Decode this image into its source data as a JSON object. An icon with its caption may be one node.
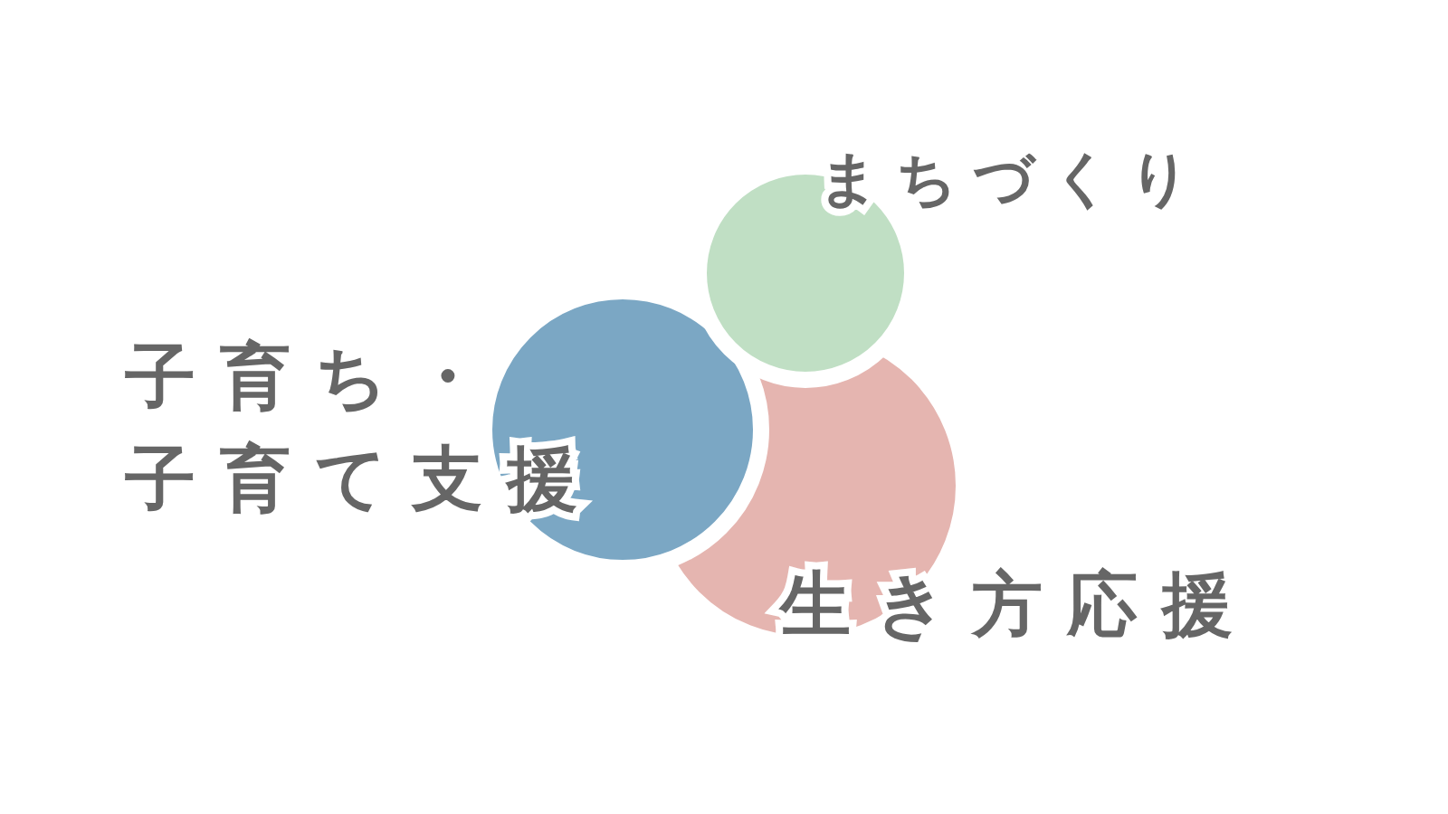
{
  "diagram": {
    "nodes": [
      {
        "text": [
          "まちづくり"
        ]
      },
      {
        "text": [
          "子育ち・子育て支援"
        ]
      },
      {
        "text": [
          "生き方応援"
        ]
      }
    ]
  }
}
